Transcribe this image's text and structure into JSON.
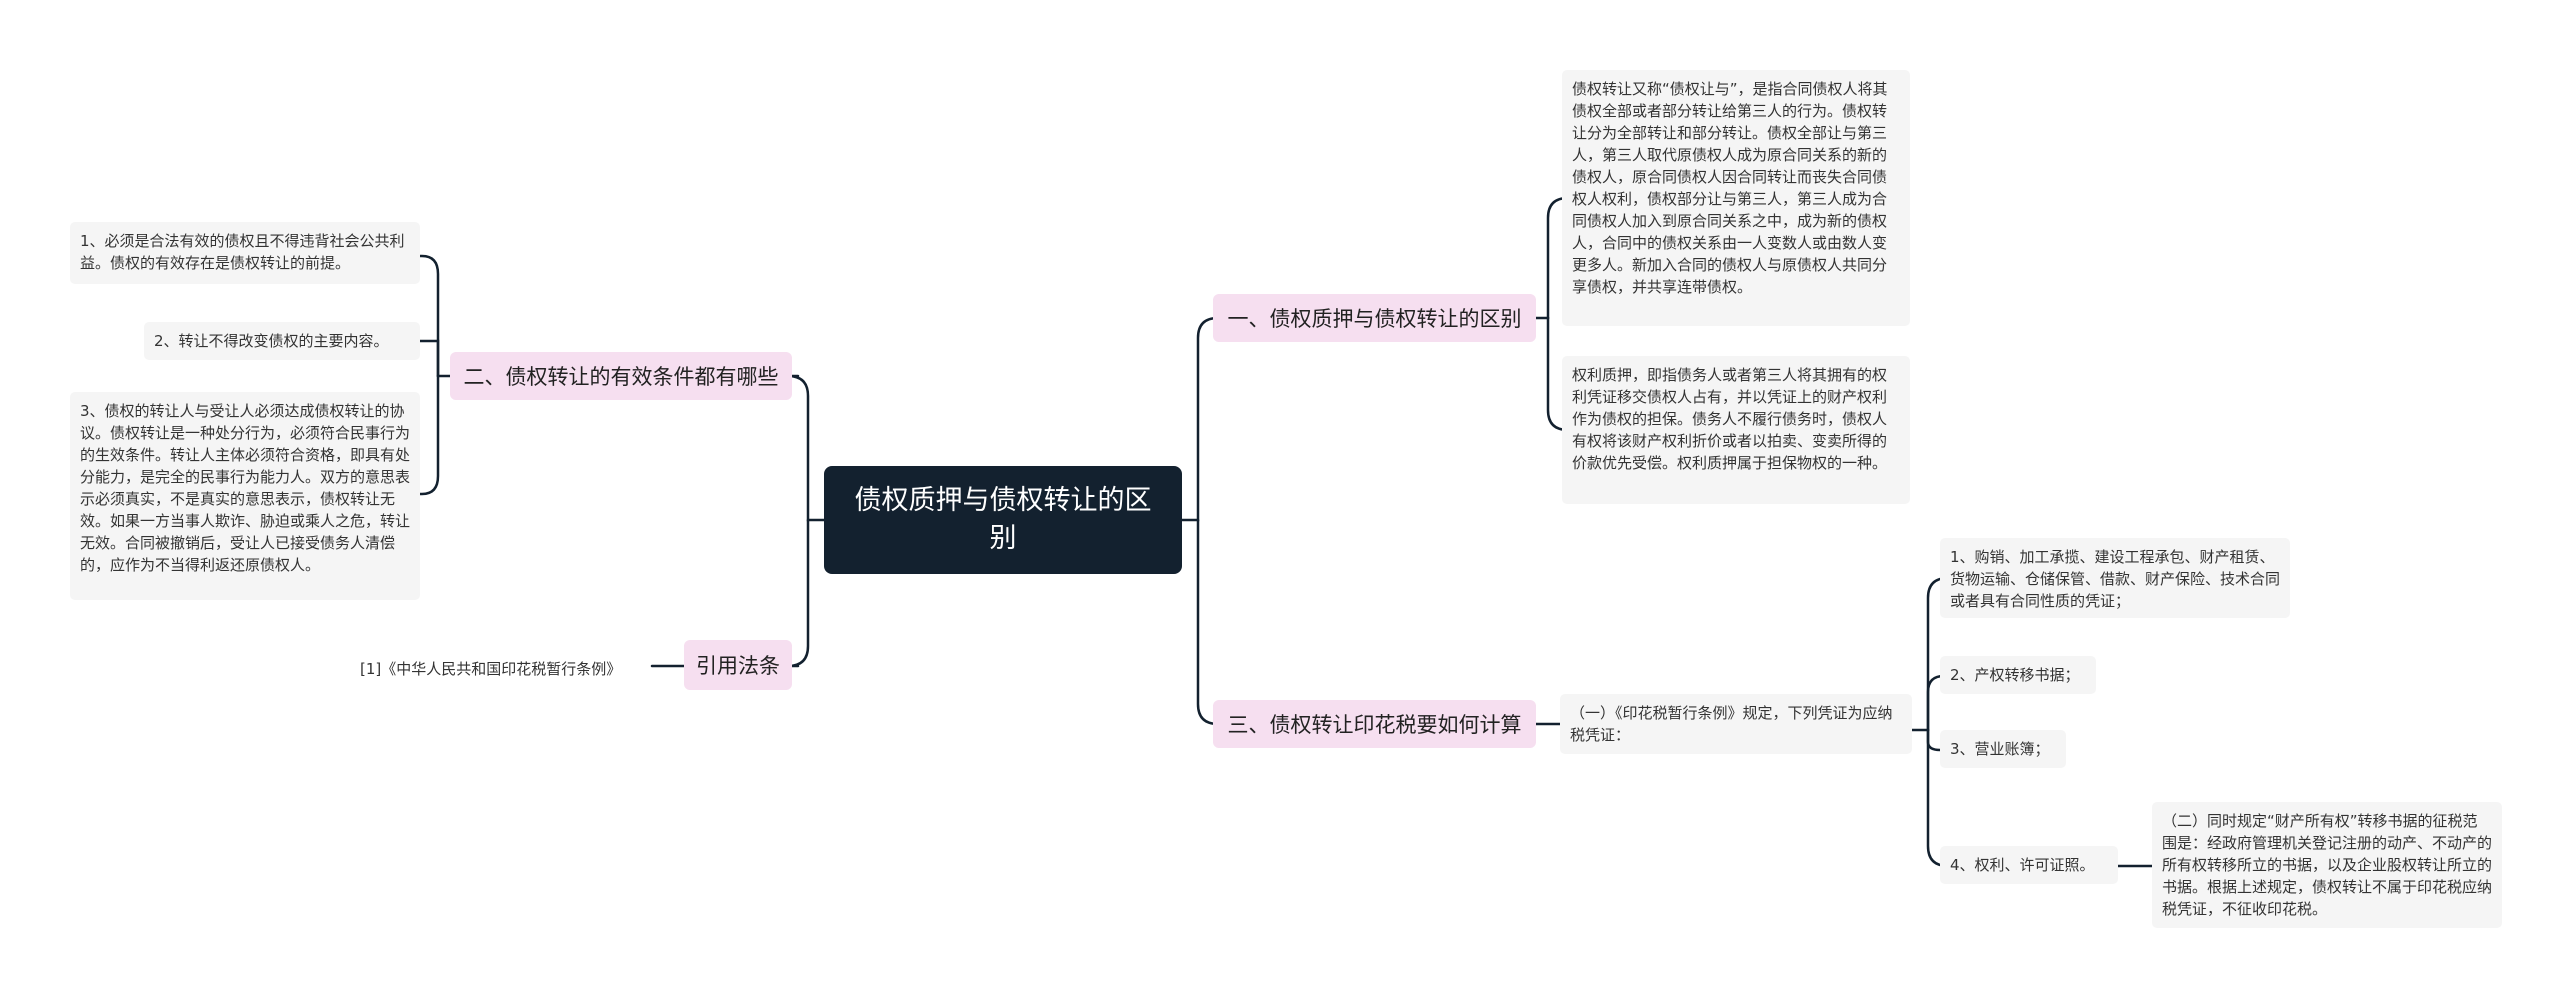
{
  "root": {
    "text": "债权质押与债权转让的区别"
  },
  "left": {
    "conditions": {
      "label": "二、债权转让的有效条件都有哪些",
      "items": [
        "1、必须是合法有效的债权且不得违背社会公共利益。债权的有效存在是债权转让的前提。",
        "2、转让不得改变债权的主要内容。",
        "3、债权的转让人与受让人必须达成债权转让的协议。债权转让是一种处分行为，必须符合民事行为的生效条件。转让人主体必须符合资格，即具有处分能力，是完全的民事行为能力人。双方的意思表示必须真实，不是真实的意思表示，债权转让无效。如果一方当事人欺诈、胁迫或乘人之危，转让无效。合同被撤销后，受让人已接受债务人清偿的，应作为不当得利返还原债权人。"
      ]
    },
    "citation": {
      "label": "引用法条",
      "items": [
        "[1]《中华人民共和国印花税暂行条例》"
      ]
    }
  },
  "right": {
    "difference": {
      "label": "一、债权质押与债权转让的区别",
      "items": [
        "债权转让又称“债权让与”，是指合同债权人将其债权全部或者部分转让给第三人的行为。债权转让分为全部转让和部分转让。债权全部让与第三人，第三人取代原债权人成为原合同关系的新的债权人，原合同债权人因合同转让而丧失合同债权人权利，债权部分让与第三人，第三人成为合同债权人加入到原合同关系之中，成为新的债权人，合同中的债权关系由一人变数人或由数人变更多人。新加入合同的债权人与原债权人共同分享债权，并共享连带债权。",
        "权利质押，即指债务人或者第三人将其拥有的权利凭证移交债权人占有，并以凭证上的财产权利作为债权的担保。债务人不履行债务时，债权人有权将该财产权利折价或者以拍卖、变卖所得的价款优先受偿。权利质押属于担保物权的一种。"
      ]
    },
    "stamp_tax": {
      "label": "三、债权转让印花税要如何计算",
      "rule": "（一）《印花税暂行条例》规定，下列凭证为应纳税凭证：",
      "items": [
        "1、购销、加工承揽、建设工程承包、财产租赁、货物运输、仓储保管、借款、财产保险、技术合同或者具有合同性质的凭证；",
        "2、产权转移书据；",
        "3、营业账簿；",
        "4、权利、许可证照。"
      ],
      "note": "（二）同时规定“财产所有权”转移书据的征税范围是：经政府管理机关登记注册的动产、不动产的所有权转移所立的书据，以及企业股权转让所立的书据。根据上述规定，债权转让不属于印花税应纳税凭证，不征收印花税。"
    }
  },
  "colors": {
    "root_bg": "#13212f",
    "branch_bg": "#f6dff0",
    "leaf_bg": "#f5f5f5",
    "line": "#13212f"
  }
}
